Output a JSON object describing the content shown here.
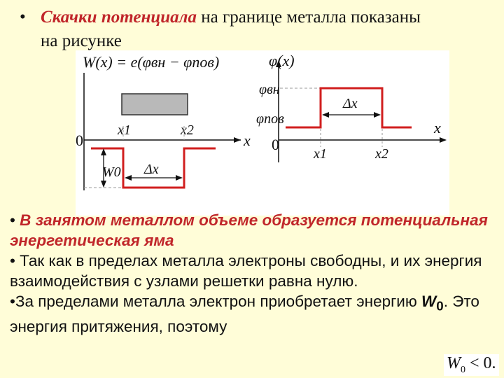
{
  "heading": {
    "bullet": "•",
    "emphasis": "Скачки потенциала",
    "line1_rest": " на границе металла показаны",
    "line2": "на рисунке"
  },
  "figure": {
    "left_panel": {
      "formula": "W(x) = e(φвн − φпов)",
      "x_label": "x",
      "origin": "0",
      "x1": "x1",
      "x2": "x2",
      "w0": "W0",
      "dx": "Δx"
    },
    "right_panel": {
      "y_label": "φ(x)",
      "phi_in": "φвн",
      "phi_surf": "φпов",
      "x_label": "x",
      "origin": "0",
      "x1": "x1",
      "x2": "x2",
      "dx": "Δx"
    },
    "colors": {
      "curve": "#d11f1f",
      "metal_box": "#b9b9b9",
      "dashes": "#999999"
    }
  },
  "body": {
    "bullet1_prefix": "•  ",
    "bullet1_red": "В занятом металлом объеме образуется потенциальная энергетическая яма",
    "bullet2": "• Так как в пределах металла электроны свободны, и их энергия взаимодействия с узлами решетки равна нулю.",
    "bullet3_prefix": "•За пределами металла электрон приобретает энергию ",
    "bullet3_sym": "W",
    "bullet3_sub": "0",
    "bullet3_suffix": ". Это энергия притяжения, поэтому"
  },
  "formula": {
    "symbol": "W",
    "sub": "0",
    "rest": " < 0."
  }
}
